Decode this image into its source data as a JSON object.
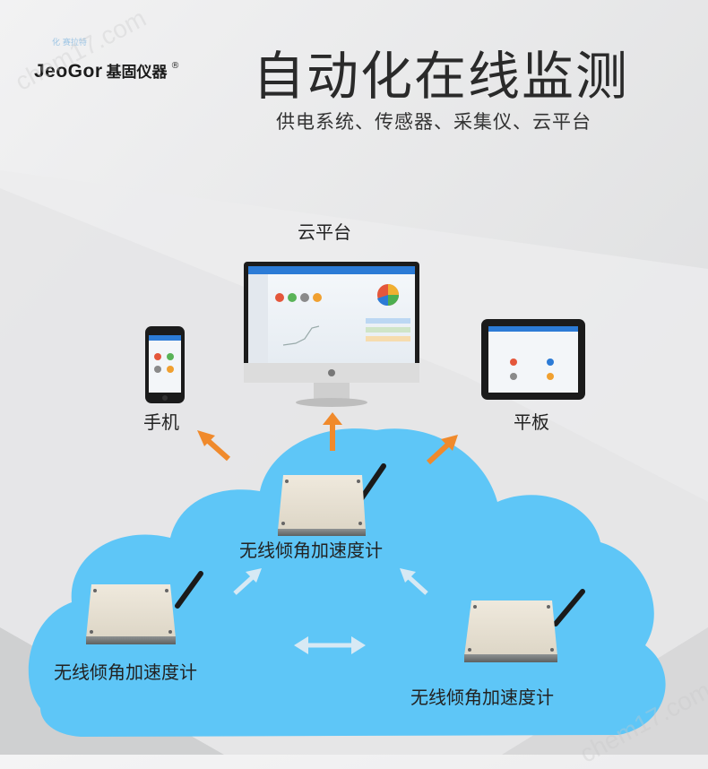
{
  "brand": {
    "name_en": "JeoGor",
    "name_cn": "基固仪器",
    "reg_mark": "®",
    "small_watermark": "化 赛拉特"
  },
  "header": {
    "title": "自动化在线监测",
    "subtitle": "供电系统、传感器、采集仪、云平台"
  },
  "devices": {
    "cloud_platform": "云平台",
    "phone": "手机",
    "tablet": "平板"
  },
  "sensors": [
    {
      "label": "无线倾角加速度计"
    },
    {
      "label": "无线倾角加速度计"
    },
    {
      "label": "无线倾角加速度计"
    }
  ],
  "watermark": "chem17.com",
  "colors": {
    "arrow": "#f08a2c",
    "cloud": "#5ec6f7",
    "title": "#2a2a2a",
    "sensor_arrow": "#d7e9f4"
  }
}
